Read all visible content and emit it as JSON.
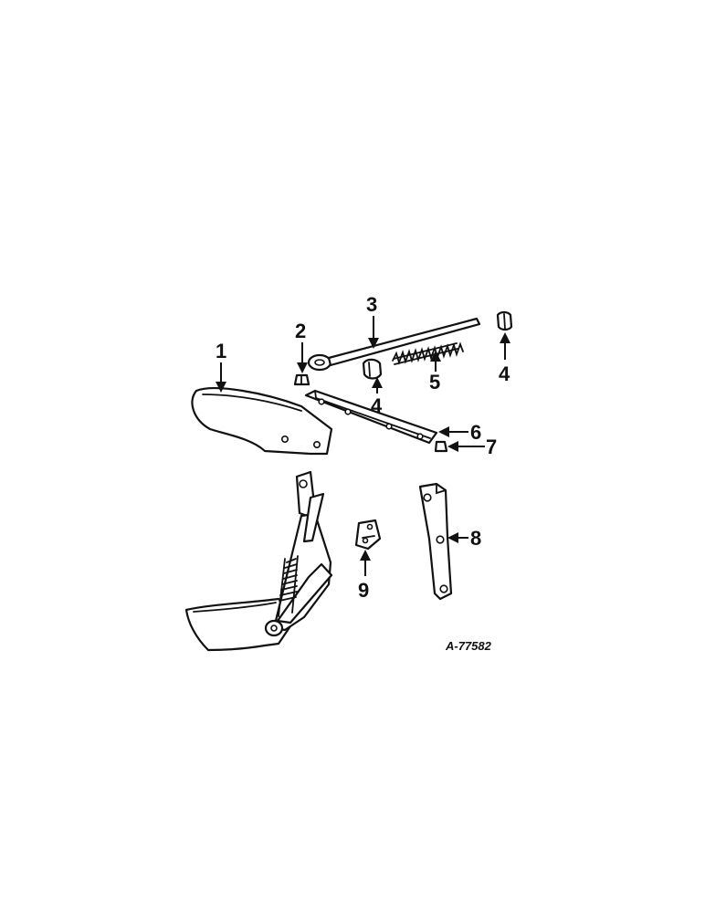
{
  "drawing_reference": "A-77582",
  "callouts": {
    "c1": "1",
    "c2": "2",
    "c3": "3",
    "c4a": "4",
    "c4b": "4",
    "c5": "5",
    "c6": "6",
    "c7": "7",
    "c8": "8",
    "c9": "9"
  }
}
